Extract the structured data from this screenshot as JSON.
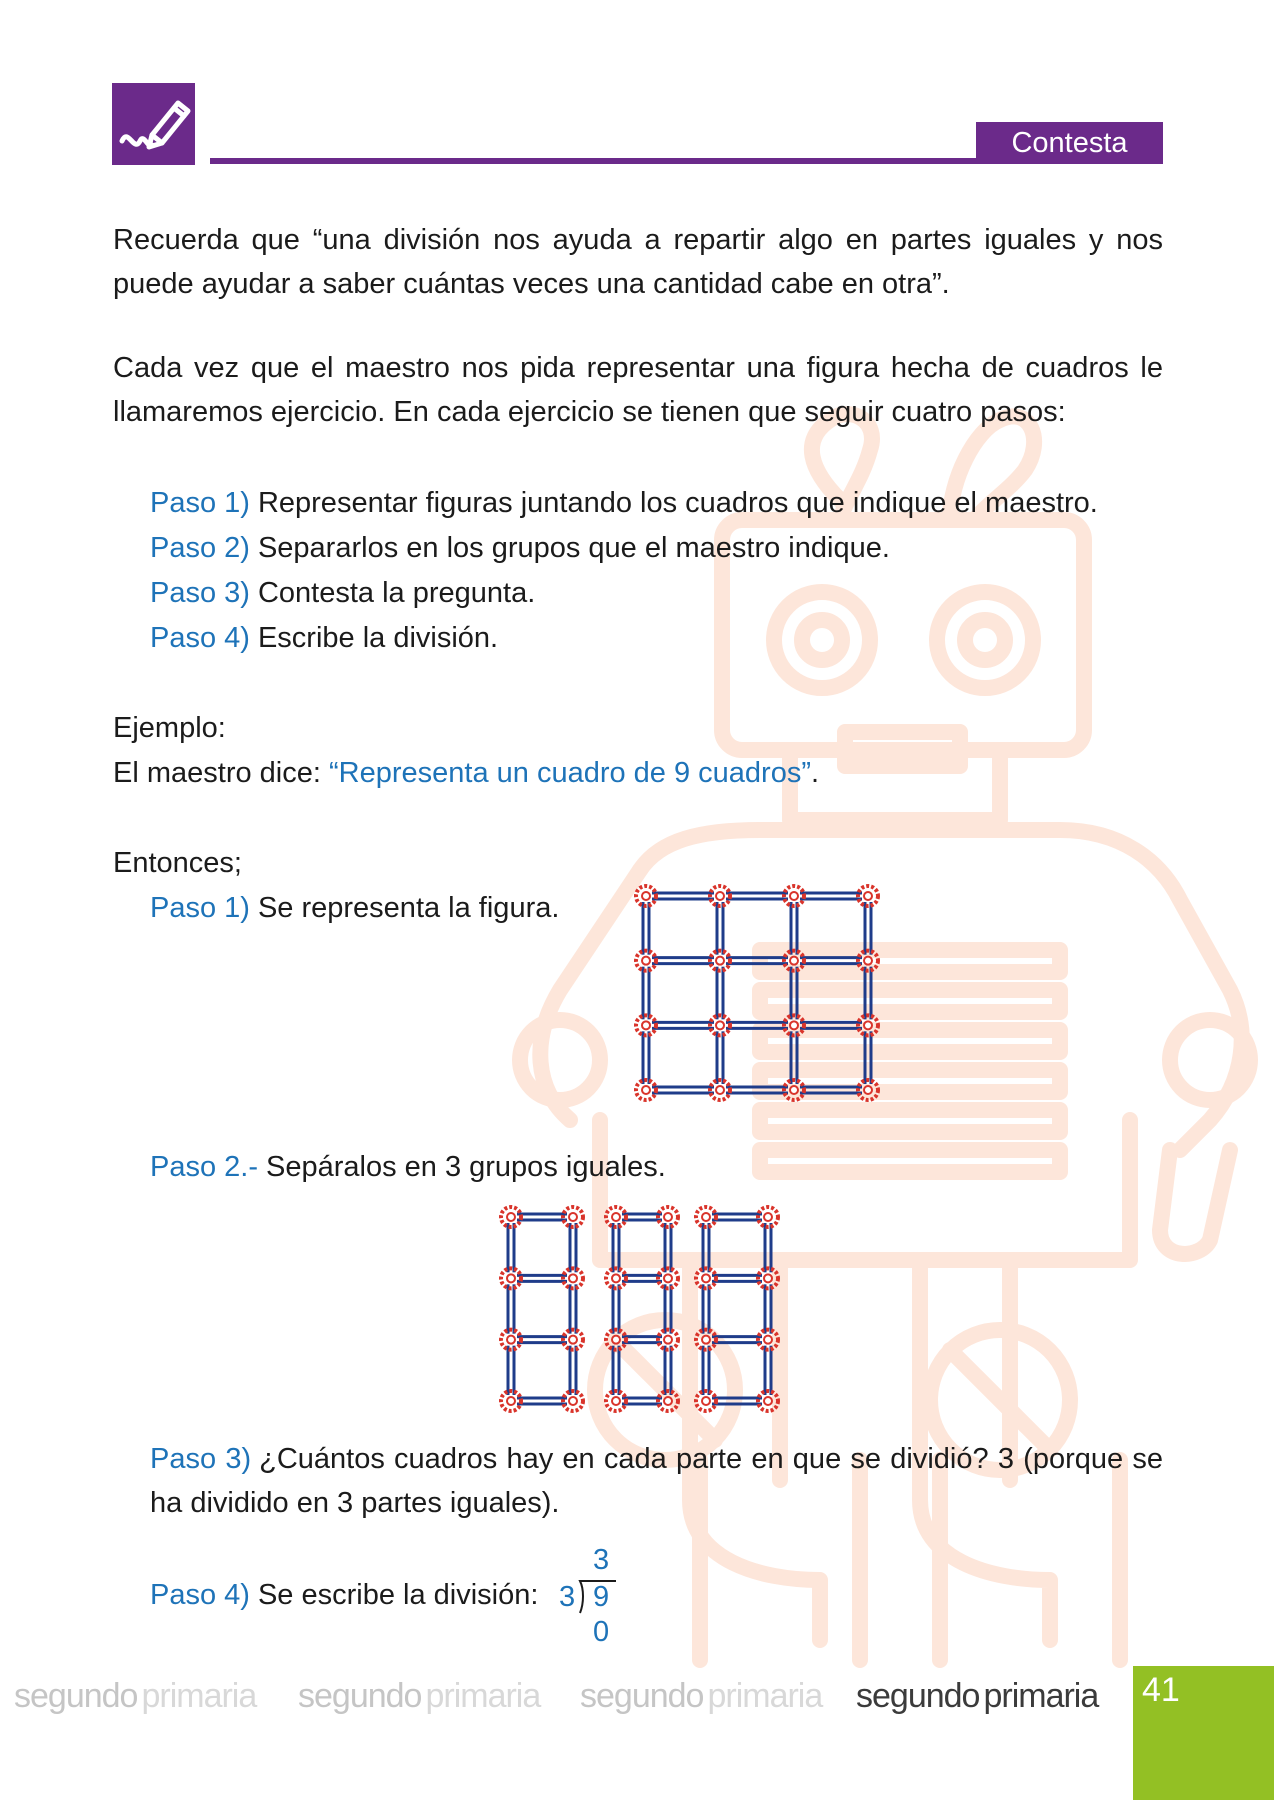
{
  "header": {
    "tab_label": "Contesta",
    "icon": "pencil-icon",
    "accent_color": "#6b2a8a"
  },
  "intro": {
    "p1": "Recuerda que “una división nos ayuda  a repartir algo en partes iguales y nos puede ayudar a saber cuántas veces una cantidad cabe en otra”.",
    "p2": "Cada vez que el maestro nos pida representar una figura hecha de cuadros le llamaremos ejercicio. En cada ejercicio se tienen que seguir cuatro pasos:"
  },
  "steps": [
    {
      "label": "Paso 1)",
      "text": "Representar figuras juntando los cuadros que indique el maestro."
    },
    {
      "label": "Paso 2)",
      "text": "Separarlos en los grupos que el maestro indique."
    },
    {
      "label": "Paso 3)",
      "text": "Contesta la pregunta."
    },
    {
      "label": "Paso 4)",
      "text": "Escribe la división."
    }
  ],
  "example": {
    "heading": "Ejemplo:",
    "teacher_prefix": "El maestro dice: ",
    "teacher_quote": "“Representa un cuadro de 9 cuadros”",
    "teacher_suffix": ".",
    "then": "Entonces;",
    "step1": {
      "label": "Paso 1)",
      "text": "Se representa la figura."
    },
    "step2": {
      "label": "Paso 2.-",
      "text": "Sepáralos en 3 grupos iguales."
    },
    "step3": {
      "label": "Paso 3)",
      "text": "¿Cuántos cuadros hay en cada parte en que se dividió? 3 (porque se ha dividido en 3 partes iguales)."
    },
    "step4": {
      "label": "Paso 4)",
      "text": "Se escribe la división:"
    },
    "division": {
      "quotient": "3",
      "divisor": "3",
      "dividend": "9",
      "remainder": "0"
    }
  },
  "footer": {
    "items": [
      {
        "a": "segundo",
        "b": "primaria"
      },
      {
        "a": "segundo",
        "b": "primaria"
      },
      {
        "a": "segundo",
        "b": "primaria"
      },
      {
        "a": "segundo",
        "b": "primaria"
      }
    ],
    "page_number": "41",
    "page_box_color": "#93c024"
  },
  "colors": {
    "step_label": "#1e73b8",
    "watermark": "#fde3d6",
    "grid_stick": "#1f3c8a",
    "grid_connector": "#d9342b"
  }
}
